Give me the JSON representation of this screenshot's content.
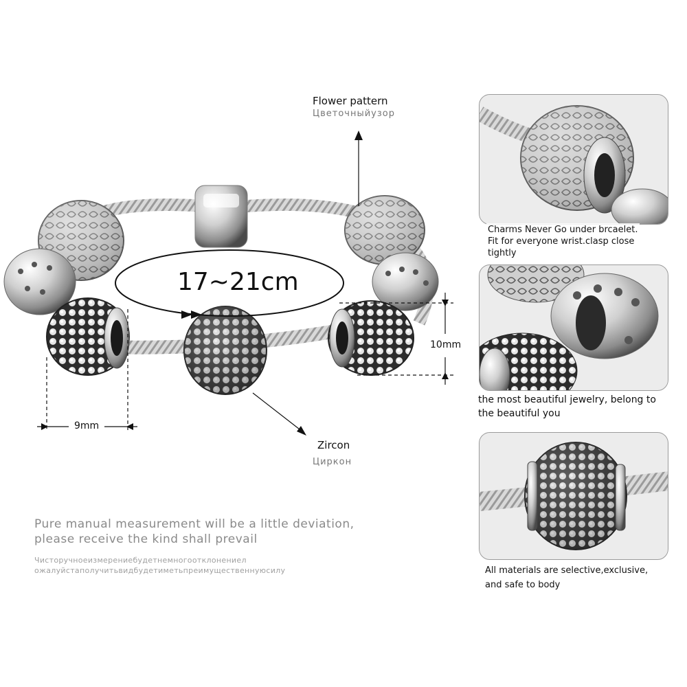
{
  "flower": {
    "en": "Flower pattern",
    "ru": "Цветочныйузор"
  },
  "size_label": "17~21cm",
  "zircon": {
    "en": "Zircon",
    "ru": "Циркон"
  },
  "dim_height": "10mm",
  "dim_width": "9mm",
  "note": {
    "en_line1": "Pure manual measurement will be a little deviation,",
    "en_line2": "please receive the kind shall prevail",
    "ru_line1": "Чисторучноеизмерениебудетнемногоотклонениел",
    "ru_line2": "ожалуйстаполучитьвидбудетиметьпреимущественнуюсилу"
  },
  "panels": [
    {
      "caption_line1": "Charms Never Go under brcaelet.",
      "caption_line2": "Fit for everyone wrist.clasp close",
      "caption_line3": "tightly"
    },
    {
      "caption_line1": "the most beautiful jewelry, belong to",
      "caption_line2": "the beautiful you"
    },
    {
      "caption_line1": "All materials are selective,exclusive,",
      "caption_line2": "and safe to body"
    }
  ],
  "colors": {
    "silver_light": "#f4f4f4",
    "silver_mid": "#b9b9b9",
    "silver_dark": "#3a3a3a",
    "panel_border": "#9a9a9a"
  }
}
